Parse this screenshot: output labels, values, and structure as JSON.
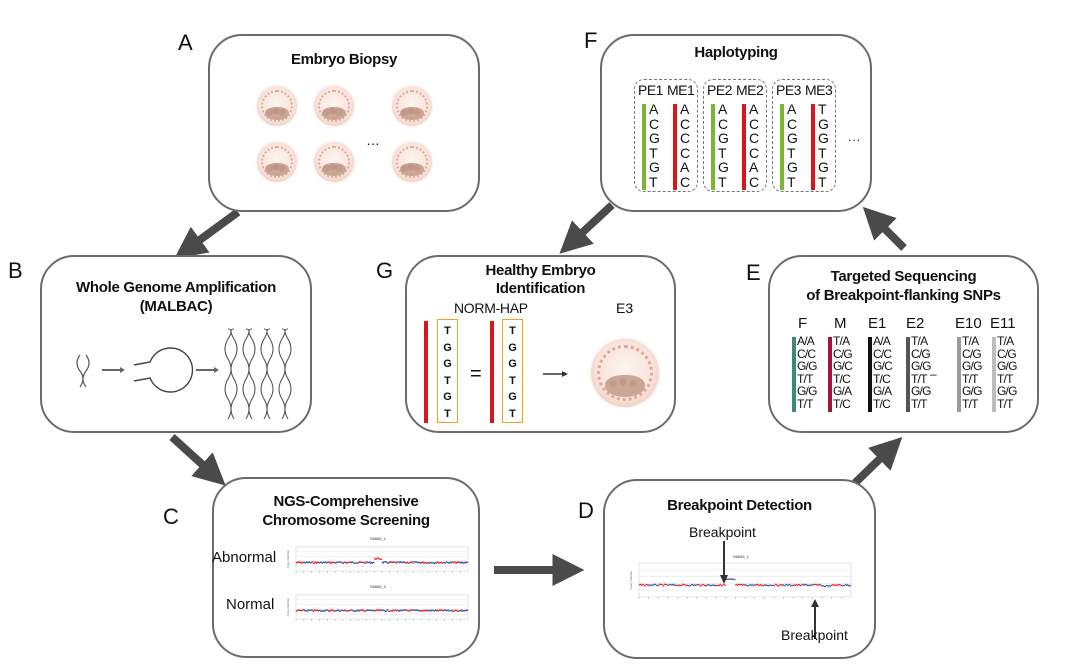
{
  "panels": {
    "A": {
      "letter": "A",
      "title": "Embryo Biopsy",
      "ellipsis": "…"
    },
    "B": {
      "letter": "B",
      "title_line1": "Whole Genome Amplification",
      "title_line2": "(MALBAC)"
    },
    "C": {
      "letter": "C",
      "title_line1": "NGS-Comprehensive",
      "title_line2": "Chromosome Screening",
      "plots": [
        {
          "label": "Abnormal",
          "title": "S6666_1",
          "ylabel": "Copy Number"
        },
        {
          "label": "Normal",
          "title": "S6666_2",
          "ylabel": "Copy Number"
        }
      ]
    },
    "D": {
      "letter": "D",
      "title": "Breakpoint Detection",
      "plot": {
        "title": "S6666_1",
        "ylabel": "Copy Number"
      },
      "annotations": [
        "Breakpoint",
        "Breakpoint"
      ]
    },
    "E": {
      "letter": "E",
      "title_line1": "Targeted Sequencing",
      "title_line2": "of Breakpoint-flanking SNPs",
      "ellipsis": "–",
      "samples": [
        {
          "name": "F",
          "color": "#3d8a77",
          "genotypes": [
            "A/A",
            "C/C",
            "G/G",
            "T/T",
            "G/G",
            "T/T"
          ]
        },
        {
          "name": "M",
          "color": "#a3143a",
          "genotypes": [
            "T/A",
            "C/G",
            "G/C",
            "T/C",
            "G/A",
            "T/C"
          ]
        },
        {
          "name": "E1",
          "color": "#111111",
          "genotypes": [
            "A/A",
            "C/C",
            "G/C",
            "T/C",
            "G/A",
            "T/C"
          ]
        },
        {
          "name": "E2",
          "color": "#555555",
          "genotypes": [
            "T/A",
            "C/G",
            "G/G",
            "T/T",
            "G/G",
            "T/T"
          ]
        },
        {
          "name": "E10",
          "color": "#9a9a9a",
          "genotypes": [
            "T/A",
            "C/G",
            "G/G",
            "T/T",
            "G/G",
            "T/T"
          ]
        },
        {
          "name": "E11",
          "color": "#bdbdbd",
          "genotypes": [
            "T/A",
            "C/G",
            "G/G",
            "T/T",
            "G/G",
            "T/T"
          ]
        }
      ]
    },
    "F": {
      "letter": "F",
      "title": "Haplotyping",
      "ellipsis": "...",
      "paternal_color": "#7ab635",
      "maternal_color": "#d8151b",
      "groups": [
        {
          "pe_label": "PE1",
          "me_label": "ME1",
          "pe": "A C G T G T",
          "me": "A C C C A C"
        },
        {
          "pe_label": "PE2",
          "me_label": "ME2",
          "pe": "A C G T G T",
          "me": "A C C C A C"
        },
        {
          "pe_label": "PE3",
          "me_label": "ME3",
          "pe": "A C G T G T",
          "me": "T G G T G T"
        }
      ]
    },
    "G": {
      "letter": "G",
      "title_line1": "Healthy Embryo",
      "title_line2": "Identification",
      "hap_label": "NORM-HAP",
      "embryo_label": "E3",
      "equals": "=",
      "left_seq": "T G G T G T",
      "right_seq": "T G G T G T"
    }
  }
}
